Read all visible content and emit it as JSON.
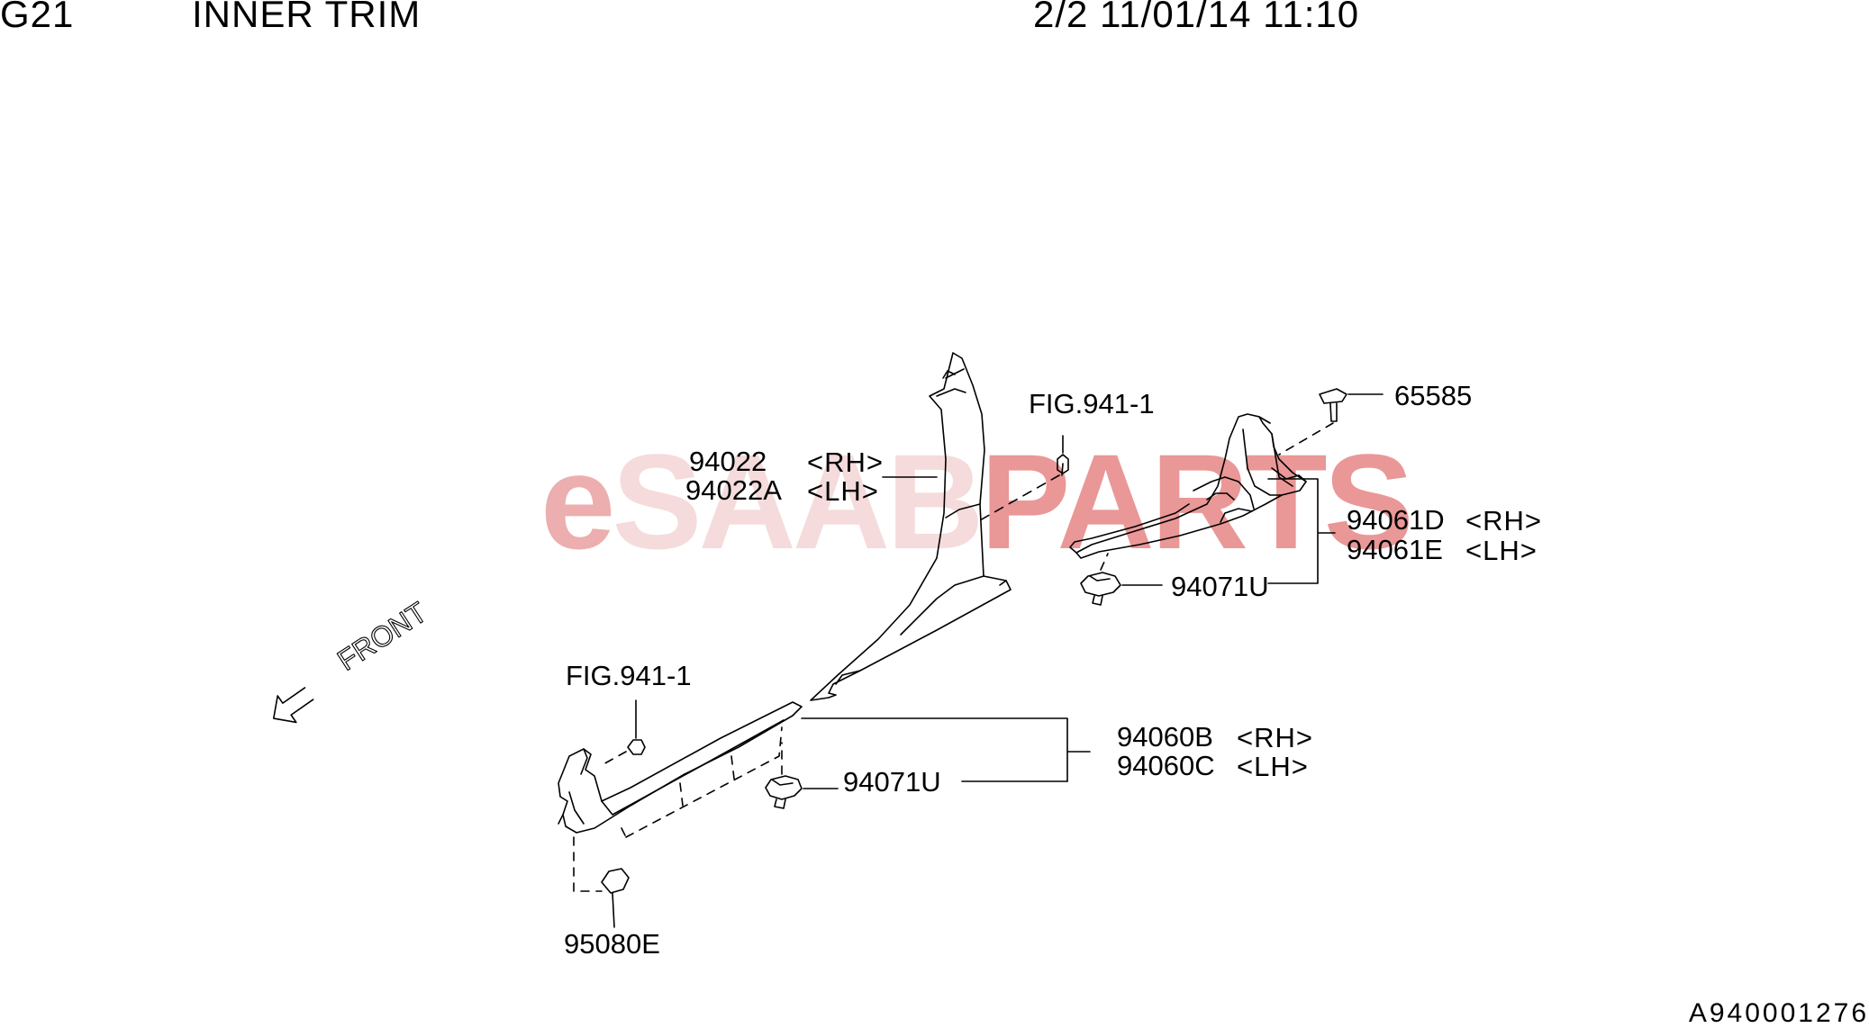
{
  "header": {
    "code": "G21",
    "title": "INNER TRIM",
    "page_info": "2/2 11/01/14 11:10"
  },
  "watermark": {
    "e": "e",
    "saab": "SAAB",
    "parts": "PARTS"
  },
  "front_label": "FRONT",
  "callouts": {
    "fig_upper": "FIG.941-1",
    "fig_lower": "FIG.941-1",
    "p94022": "94022",
    "p94022a": "94022A",
    "rh1": "<RH>",
    "lh1": "<LH>",
    "p65585": "65585",
    "p94061d": "94061D",
    "p94061e": "94061E",
    "rh2": "<RH>",
    "lh2": "<LH>",
    "p94071u_upper": "94071U",
    "p94060b": "94060B",
    "p94060c": "94060C",
    "rh3": "<RH>",
    "lh3": "<LH>",
    "p94071u_lower": "94071U",
    "p95080e": "95080E"
  },
  "diagram_id": "A940001276",
  "colors": {
    "line": "#000000",
    "watermark_light": "#f3d3d3",
    "watermark_dark": "#e57e7e"
  }
}
